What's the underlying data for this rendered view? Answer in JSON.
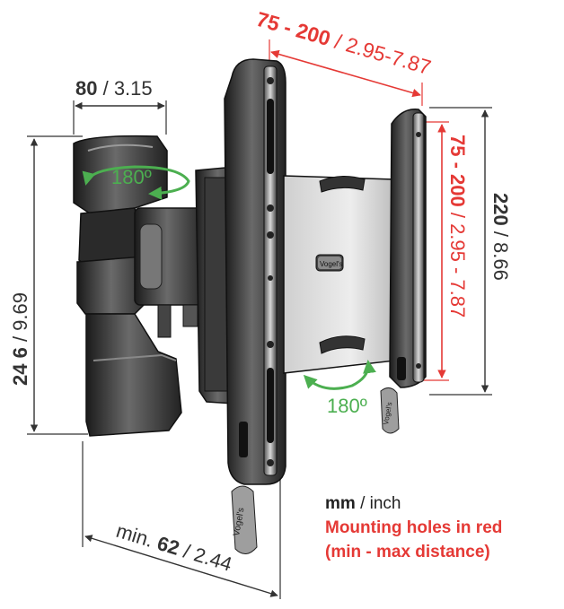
{
  "colors": {
    "dimension_red": "#e53935",
    "dimension_gray": "#333333",
    "rotation_green": "#4caf50",
    "body_dark": "#2b2b2b"
  },
  "dims": {
    "top_red": {
      "bold": "75 - 200",
      "rest": " / 2.95-7.87"
    },
    "right_red": {
      "bold": "75 - 200",
      "rest": " / 2.95 - 7.87"
    },
    "right_gray": {
      "bold": "220",
      "rest": " / 8.66"
    },
    "top_gray": {
      "bold": "80",
      "rest": " / 3.15"
    },
    "left_gray": {
      "bold": "24 6",
      "rest": " / 9.69"
    },
    "bottom_gray": {
      "pre": "min. ",
      "bold": "62",
      "rest": " / 2.44"
    }
  },
  "rotation": {
    "upper": "180º",
    "lower": "180º"
  },
  "brand": {
    "label": "Vogel's"
  },
  "legend": {
    "units_bold": "mm",
    "units_rest": " / inch",
    "line2": "Mounting holes in red",
    "line3": "(min - max distance)"
  }
}
